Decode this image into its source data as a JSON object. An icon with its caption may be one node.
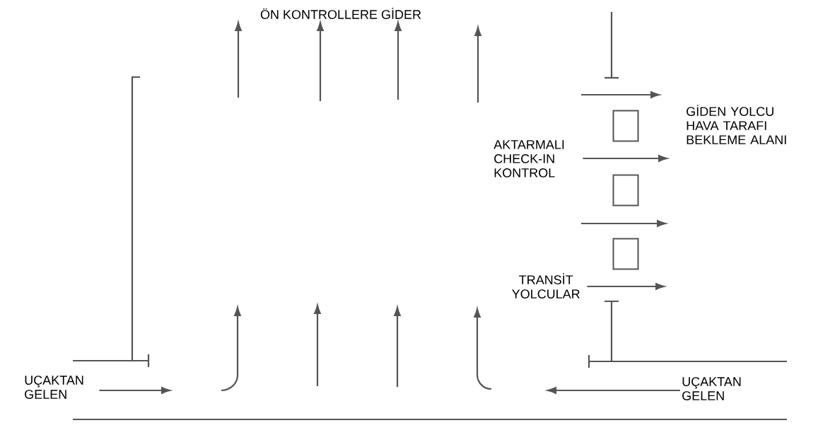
{
  "diagram": {
    "nodes": [
      {
        "text": [
          "ÖN KONTROLLERE GİDER"
        ]
      },
      {
        "text": [
          "GİDEN YOLCU HAVA TARAFI BEKLEME ALANI"
        ]
      },
      {
        "text": [
          "AKTARMALI CHECK-IN KONTROL"
        ]
      },
      {
        "text": [],
        "shape": "box"
      },
      {
        "text": [],
        "shape": "box"
      },
      {
        "text": [],
        "shape": "box"
      },
      {
        "text": [
          "TRANSİT YOLCULAR"
        ]
      },
      {
        "text": [
          "UÇAKTAN GELEN"
        ]
      },
      {
        "text": [
          "UÇAKTAN GELEN"
        ]
      }
    ],
    "edges": [
      {
        "from": null,
        "to": 0,
        "arrow": "to"
      },
      {
        "from": null,
        "to": 0,
        "arrow": "to"
      },
      {
        "from": null,
        "to": 0,
        "arrow": "to"
      },
      {
        "from": 2,
        "to": null,
        "arrow": "to"
      },
      {
        "from": 6,
        "to": null,
        "arrow": "to"
      },
      {
        "from": 7,
        "to": null,
        "arrow": "to"
      },
      {
        "from": 8,
        "to": null,
        "arrow": "to"
      }
    ]
  }
}
